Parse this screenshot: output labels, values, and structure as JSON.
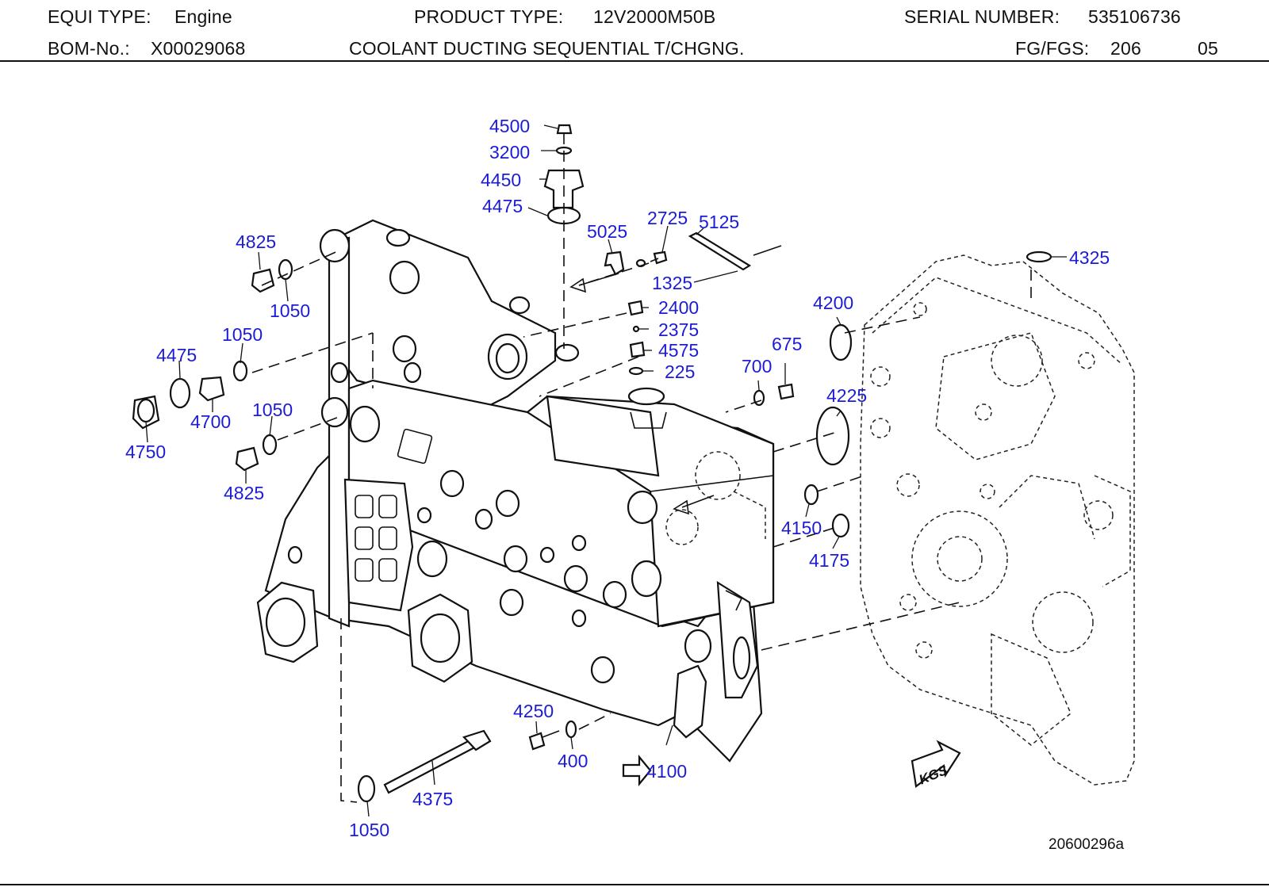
{
  "header": {
    "equi_type_label": "EQUI TYPE:",
    "equi_type_value": "Engine",
    "product_type_label": "PRODUCT TYPE:",
    "product_type_value": "12V2000M50B",
    "serial_label": "SERIAL NUMBER:",
    "serial_value": "535106736",
    "bom_label": "BOM-No.:",
    "bom_value": "X00029068",
    "description": "COOLANT DUCTING SEQUENTIAL T/CHGNG.",
    "fg_label": "FG/FGS:",
    "fg_value": "206",
    "fgs_value": "05"
  },
  "diagram": {
    "drawing_id": "20600296a",
    "direction_mark": "KGS",
    "callouts": [
      "4500",
      "3200",
      "4450",
      "4475",
      "5025",
      "2725",
      "5125",
      "1325",
      "4825",
      "1050",
      "1050",
      "4475",
      "4700",
      "4750",
      "1050",
      "4825",
      "2400",
      "2375",
      "4575",
      "225",
      "4200",
      "4325",
      "700",
      "675",
      "4225",
      "4150",
      "4175",
      "4250",
      "400",
      "4100",
      "4375",
      "1050"
    ],
    "callout_color": "#1c1cd6"
  }
}
